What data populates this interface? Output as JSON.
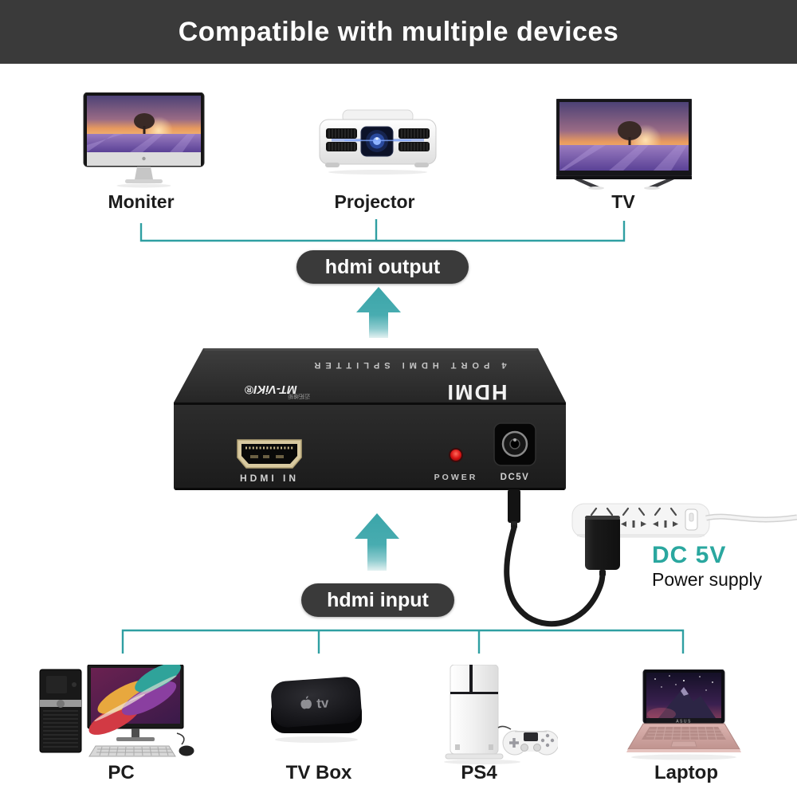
{
  "header": {
    "title": "Compatible with multiple devices"
  },
  "pills": {
    "output": "hdmi output",
    "input": "hdmi input"
  },
  "top_devices": [
    {
      "label": "Moniter"
    },
    {
      "label": "Projector"
    },
    {
      "label": "TV"
    }
  ],
  "bottom_devices": [
    {
      "label": "PC"
    },
    {
      "label": "TV Box"
    },
    {
      "label": "PS4"
    },
    {
      "label": "Laptop"
    }
  ],
  "splitter": {
    "top_text": "4 PORT HDMI SPLITTER",
    "brand": "MT-ViKI®",
    "brand_cn": "迈拓维矩",
    "logo": "HDMI",
    "hdmi_in": "HDMI IN",
    "power": "POWER",
    "dc": "DC5V"
  },
  "power_supply": {
    "dc_label": "DC 5V",
    "supply_label": "Power supply"
  },
  "device_art": {
    "tvbox_logo": "tv",
    "laptop_brand": "ASUS"
  },
  "colors": {
    "teal_line": "#2f9fa2",
    "arrow_teal": "#48acb0",
    "pill_bg": "#3a3a3a",
    "header_bg": "#3a3a3a",
    "dc_accent": "#2aa79f",
    "led_red": "#e01818",
    "port_gold": "#d8c9a0"
  }
}
